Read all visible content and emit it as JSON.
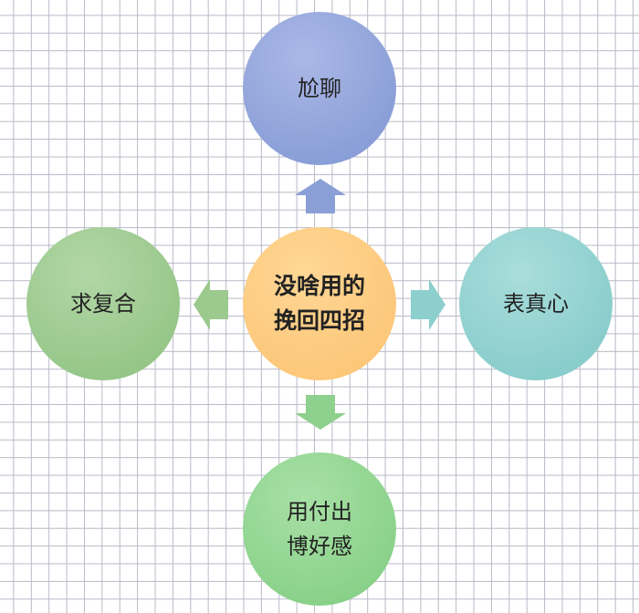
{
  "center": {
    "label": "没啥用的\n挽回四招",
    "color": "#fbc270"
  },
  "nodes": {
    "top": {
      "label": "尬聊",
      "color": "#8fa3d8"
    },
    "left": {
      "label": "求复合",
      "color": "#9ccb8f"
    },
    "right": {
      "label": "表真心",
      "color": "#8fd0d0"
    },
    "bottom": {
      "label": "用付出\n博好感",
      "color": "#8fd38f"
    }
  }
}
